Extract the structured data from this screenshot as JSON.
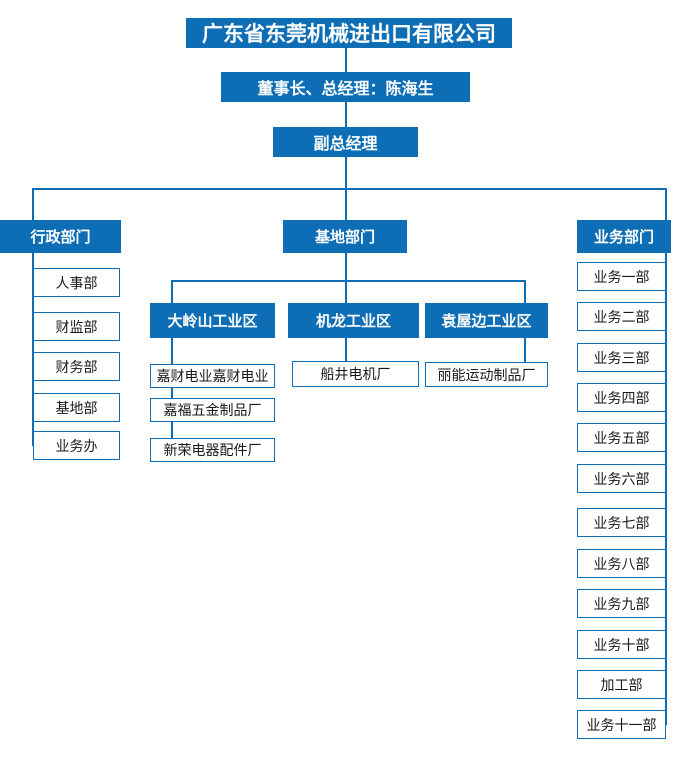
{
  "colors": {
    "primary_blue": "#0d6db5",
    "box_text": "#1a1a1a",
    "header_text": "#ffffff"
  },
  "company": {
    "title": "广东省东莞机械进出口有限公司"
  },
  "leadership": {
    "chairman": "董事长、总经理：陈海生",
    "deputy": "副总经理"
  },
  "admin": {
    "label": "行政部门",
    "children": [
      "人事部",
      "财监部",
      "财务部",
      "基地部",
      "业务办"
    ]
  },
  "base": {
    "label": "基地部门",
    "zones": [
      {
        "label": "大岭山工业区",
        "children": [
          "嘉财电业嘉财电业",
          "嘉福五金制品厂",
          "新荣电器配件厂"
        ]
      },
      {
        "label": "机龙工业区",
        "children": [
          "船井电机厂"
        ]
      },
      {
        "label": "袁屋边工业区",
        "children": [
          "丽能运动制品厂"
        ]
      }
    ]
  },
  "business": {
    "label": "业务部门",
    "children": [
      "业务一部",
      "业务二部",
      "业务三部",
      "业务四部",
      "业务五部",
      "业务六部",
      "业务七部",
      "业务八部",
      "业务九部",
      "业务十部",
      "加工部",
      "业务十一部"
    ]
  }
}
